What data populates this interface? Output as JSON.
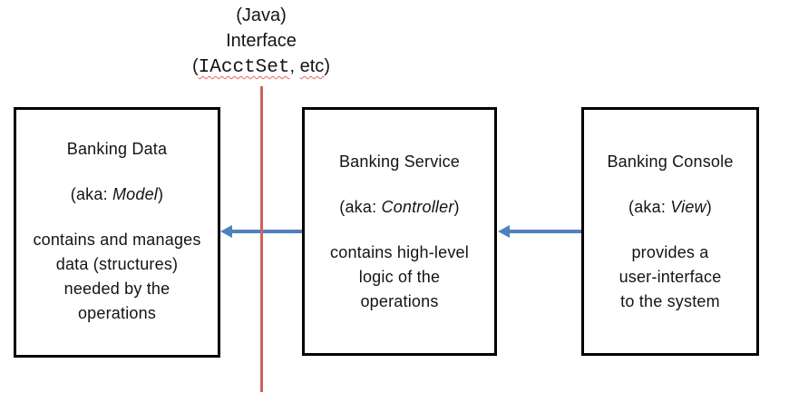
{
  "top_label": {
    "line1": "(Java)",
    "line2": "Interface",
    "line3_open": "(",
    "line3_code": "IAcctSet",
    "line3_comma": ", ",
    "line3_etc": "etc",
    "line3_close": ")"
  },
  "boxes": [
    {
      "title": "Banking Data",
      "aka_open": "(aka: ",
      "aka_name": "Model",
      "aka_close": ")",
      "lines": [
        "contains and manages",
        "data (structures)",
        "needed by the",
        "operations"
      ]
    },
    {
      "title": "Banking Service",
      "aka_open": "(aka: ",
      "aka_name": "Controller",
      "aka_close": ")",
      "lines": [
        "contains high-level",
        "logic of the",
        "operations"
      ]
    },
    {
      "title": "Banking Console",
      "aka_open": "(aka: ",
      "aka_name": "View",
      "aka_close": ")",
      "lines": [
        "provides a",
        "user-interface",
        "to the system"
      ]
    }
  ],
  "colors": {
    "interface_line": "#ce615e",
    "arrow": "#4f81bd",
    "box_border": "#000000",
    "squiggle": "#e4625e"
  }
}
